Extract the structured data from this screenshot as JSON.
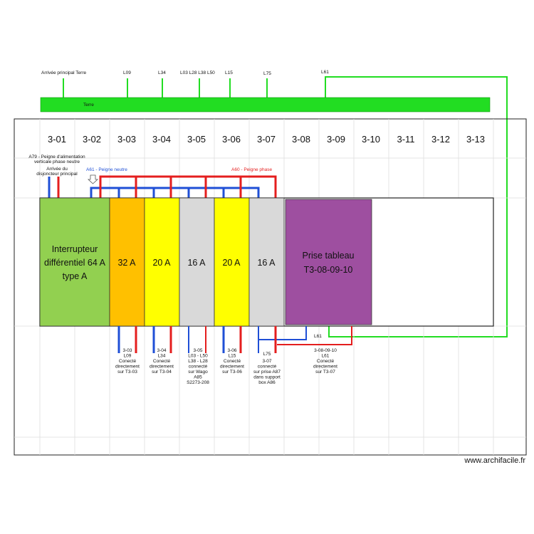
{
  "ground_bar": {
    "label": "Terre",
    "color": "#22dd22",
    "top_labels": [
      "Arrivée principal Terre",
      "L09",
      "L34",
      "L03 L28 L38 L50",
      "L15",
      "L75",
      "L61"
    ]
  },
  "columns": [
    "3-01",
    "3-02",
    "3-03",
    "3-04",
    "3-05",
    "3-06",
    "3-07",
    "3-08",
    "3-09",
    "3-10",
    "3-11",
    "3-12",
    "3-13"
  ],
  "annotations": {
    "a79": [
      "A79 - Peigne d'alimentation",
      "verticale phase neutre"
    ],
    "arrivee": [
      "Arrivée du",
      "disjoncteur principal"
    ],
    "neutral_comb": "A61 - Peigne neutre",
    "phase_comb": "A60 - Peigne phase",
    "l61": "L61"
  },
  "colors": {
    "neutral": "#1f4fd6",
    "phase": "#e41e1e",
    "ground": "#22dd22"
  },
  "modules": [
    {
      "lines": [
        "Interrupteur",
        "différentiel 64 A",
        "type A"
      ],
      "color": "#92d050"
    },
    {
      "lines": [
        "32 A"
      ],
      "color": "#ffc000"
    },
    {
      "lines": [
        "20 A"
      ],
      "color": "#ffff00"
    },
    {
      "lines": [
        "16 A"
      ],
      "color": "#d9d9d9"
    },
    {
      "lines": [
        "20 A"
      ],
      "color": "#ffff00"
    },
    {
      "lines": [
        "16 A"
      ],
      "color": "#d9d9d9"
    },
    {
      "lines": [
        "Prise tableau",
        "T3-08-09-10"
      ],
      "color": "#9e4fa0"
    }
  ],
  "bottom_notes": [
    [
      "3-03",
      "L09",
      "Conecté",
      "directement",
      "sur T3-03"
    ],
    [
      "3-04",
      "L34",
      "Conecté",
      "directement",
      "sur T3-04"
    ],
    [
      "3-05",
      "L03 - L50",
      "L38 - L28",
      "connecté",
      "sur Wago",
      "A85",
      "S2273-208"
    ],
    [
      "3-06",
      "L15",
      "Conecté",
      "directement",
      "sur T3-06"
    ],
    [
      "L75",
      "3-07",
      "connecté",
      "sur prise A87",
      "dans support",
      "box A86"
    ],
    [
      "3-08-09-10",
      "L61",
      "Conecté",
      "directement",
      "sur T3-07"
    ]
  ],
  "watermark": "www.archifacile.fr"
}
